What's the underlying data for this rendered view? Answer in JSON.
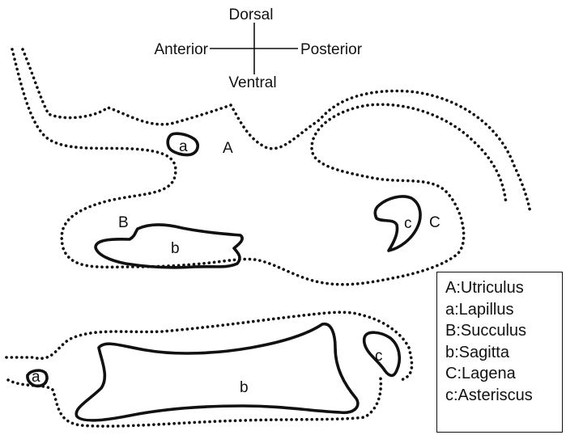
{
  "compass": {
    "up": "Dorsal",
    "down": "Ventral",
    "left": "Anterior",
    "right": "Posterior"
  },
  "labels": {
    "utriculus": "A",
    "lapillus": "a",
    "succulus": "B",
    "sagitta": "b",
    "lagena": "C",
    "asteriscus": "c",
    "lapillus_bottom": "a",
    "sagitta_bottom": "b",
    "asteriscus_bottom": "c"
  },
  "legend": [
    "A:Utriculus",
    "a:Lapillus",
    "B:Succulus",
    "b:Sagitta",
    "C:Lagena",
    "c:Asteriscus"
  ]
}
